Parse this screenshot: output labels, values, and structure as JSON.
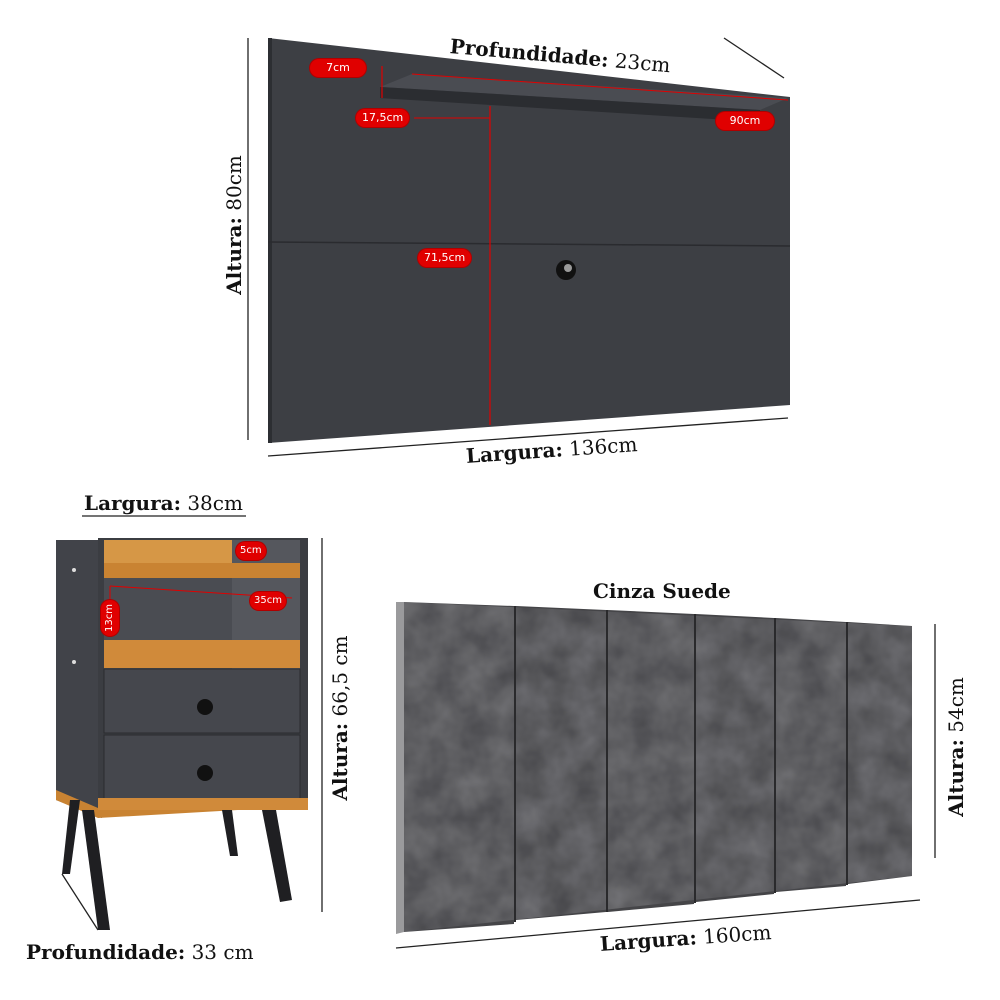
{
  "panel": {
    "depth": {
      "label": "Profundidade:",
      "value": "23cm"
    },
    "height": {
      "label": "Altura:",
      "value": "80cm"
    },
    "width": {
      "label": "Largura:",
      "value": "136cm"
    },
    "badges": {
      "shelf_height": "7cm",
      "shelf_offset": "17,5cm",
      "shelf_width": "90cm",
      "cable_height": "71,5cm"
    }
  },
  "nightstand": {
    "width": {
      "label": "Largura:",
      "value": "38cm"
    },
    "height": {
      "label": "Altura:",
      "value": "66,5 cm"
    },
    "depth": {
      "label": "Profundidade:",
      "value": "33 cm"
    },
    "badges": {
      "top_gap": "5cm",
      "inner_width": "35cm",
      "niche_height": "13cm"
    }
  },
  "headboard": {
    "title": "Cinza Suede",
    "height": {
      "label": "Altura:",
      "value": "54cm"
    },
    "width": {
      "label": "Largura:",
      "value": "160cm"
    }
  },
  "colors": {
    "panel": "#3d3f44",
    "wood": "#d08a3a",
    "suede": "#454548",
    "badge": "#e00000"
  }
}
